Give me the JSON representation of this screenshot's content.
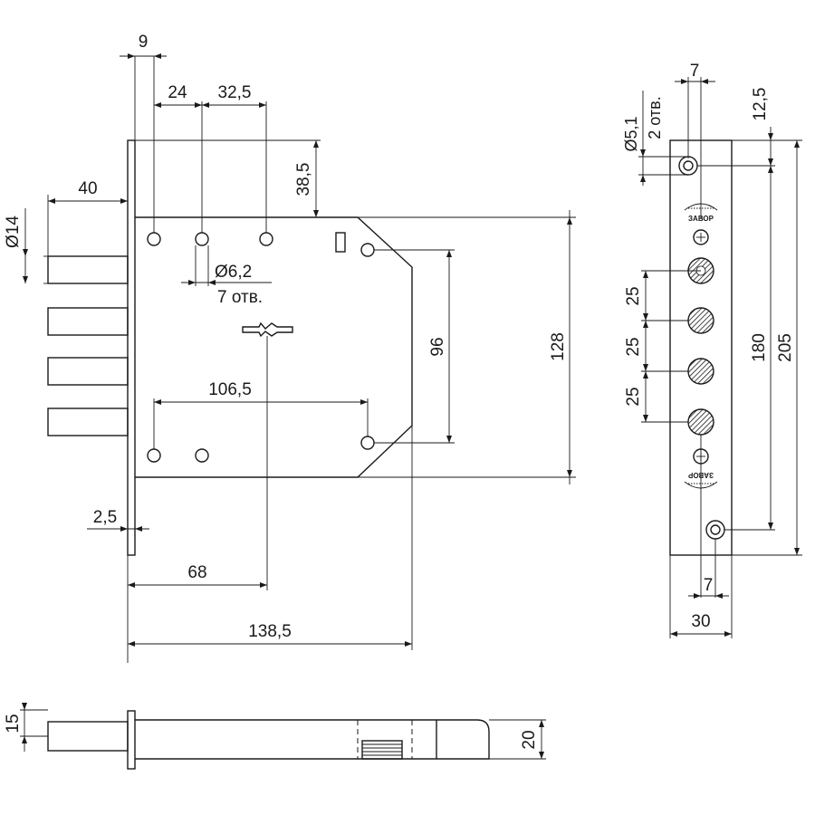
{
  "diagram": {
    "front_view": {
      "backset_label": "9",
      "hole_spacing_1": "24",
      "hole_spacing_2": "32,5",
      "top_offset": "38,5",
      "bolt_projection": "40",
      "bolt_diameter": "Ø14",
      "hole_diameter": "Ø6,2",
      "hole_count": "7 отв.",
      "lower_hole_spacing": "106,5",
      "height_inner": "96",
      "height_total": "128",
      "faceplate_thickness": "2,5",
      "key_center": "68",
      "body_length": "138,5"
    },
    "faceplate_view": {
      "screw_offset": "7",
      "top_offset": "12,5",
      "screw_hole_diameter": "Ø5,1",
      "screw_hole_count": "2 отв.",
      "bolt_pitch_1": "25",
      "bolt_pitch_2": "25",
      "bolt_pitch_3": "25",
      "screw_spacing": "180",
      "plate_length": "205",
      "bottom_screw_offset": "7",
      "plate_width": "30",
      "brand_top": "ЗАВОР",
      "brand_bottom": "ЗАВОР"
    },
    "side_view": {
      "bolt_height": "15",
      "body_thickness": "20"
    }
  }
}
